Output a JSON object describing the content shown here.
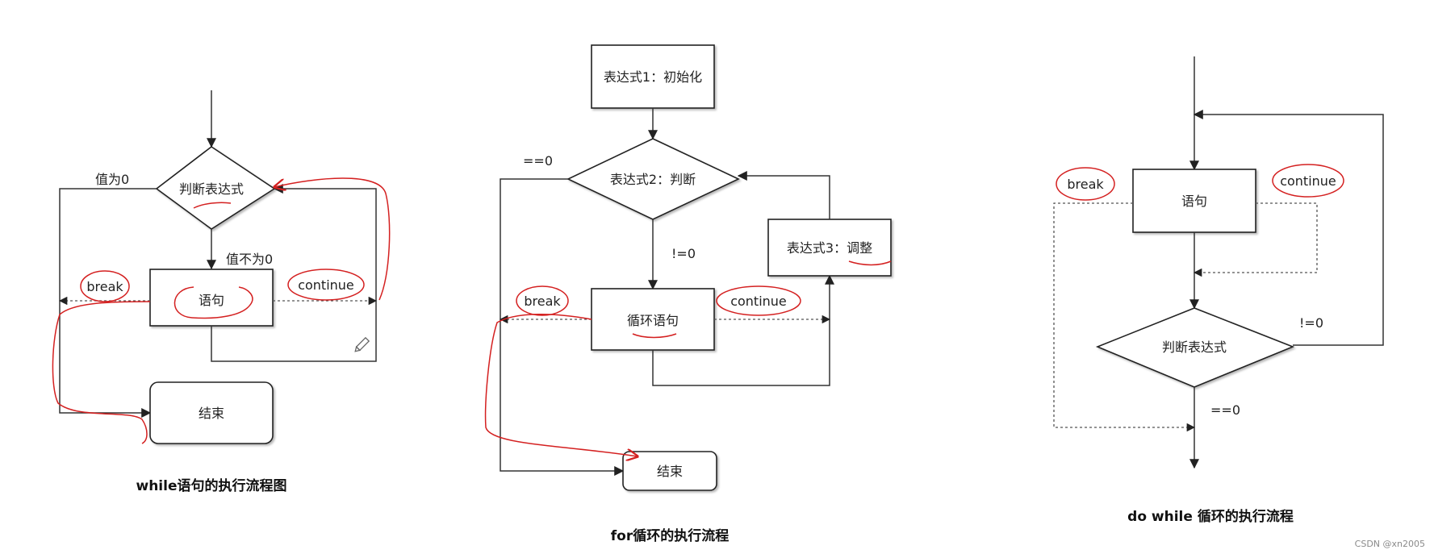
{
  "while_diagram": {
    "title": "while语句的执行流程图",
    "judge": "判断表达式",
    "statement": "语句",
    "end": "结束",
    "false_label": "值为0",
    "true_label": "值不为0",
    "break_label": "break",
    "continue_label": "continue"
  },
  "for_diagram": {
    "title": "for循环的执行流程",
    "init": "表达式1：初始化",
    "judge": "表达式2：判断",
    "adjust": "表达式3：调整",
    "body": "循环语句",
    "end": "结束",
    "false_label": "==0",
    "true_label": "!=0",
    "break_label": "break",
    "continue_label": "continue"
  },
  "dowhile_diagram": {
    "title": "do while 循环的执行流程",
    "statement": "语句",
    "judge": "判断表达式",
    "true_label": "!=0",
    "false_label": "==0",
    "break_label": "break",
    "continue_label": "continue"
  },
  "watermark": "CSDN @xn2005",
  "colors": {
    "annotation": "#d42020",
    "stroke": "#222222"
  },
  "icons": [
    "pencil-icon"
  ]
}
